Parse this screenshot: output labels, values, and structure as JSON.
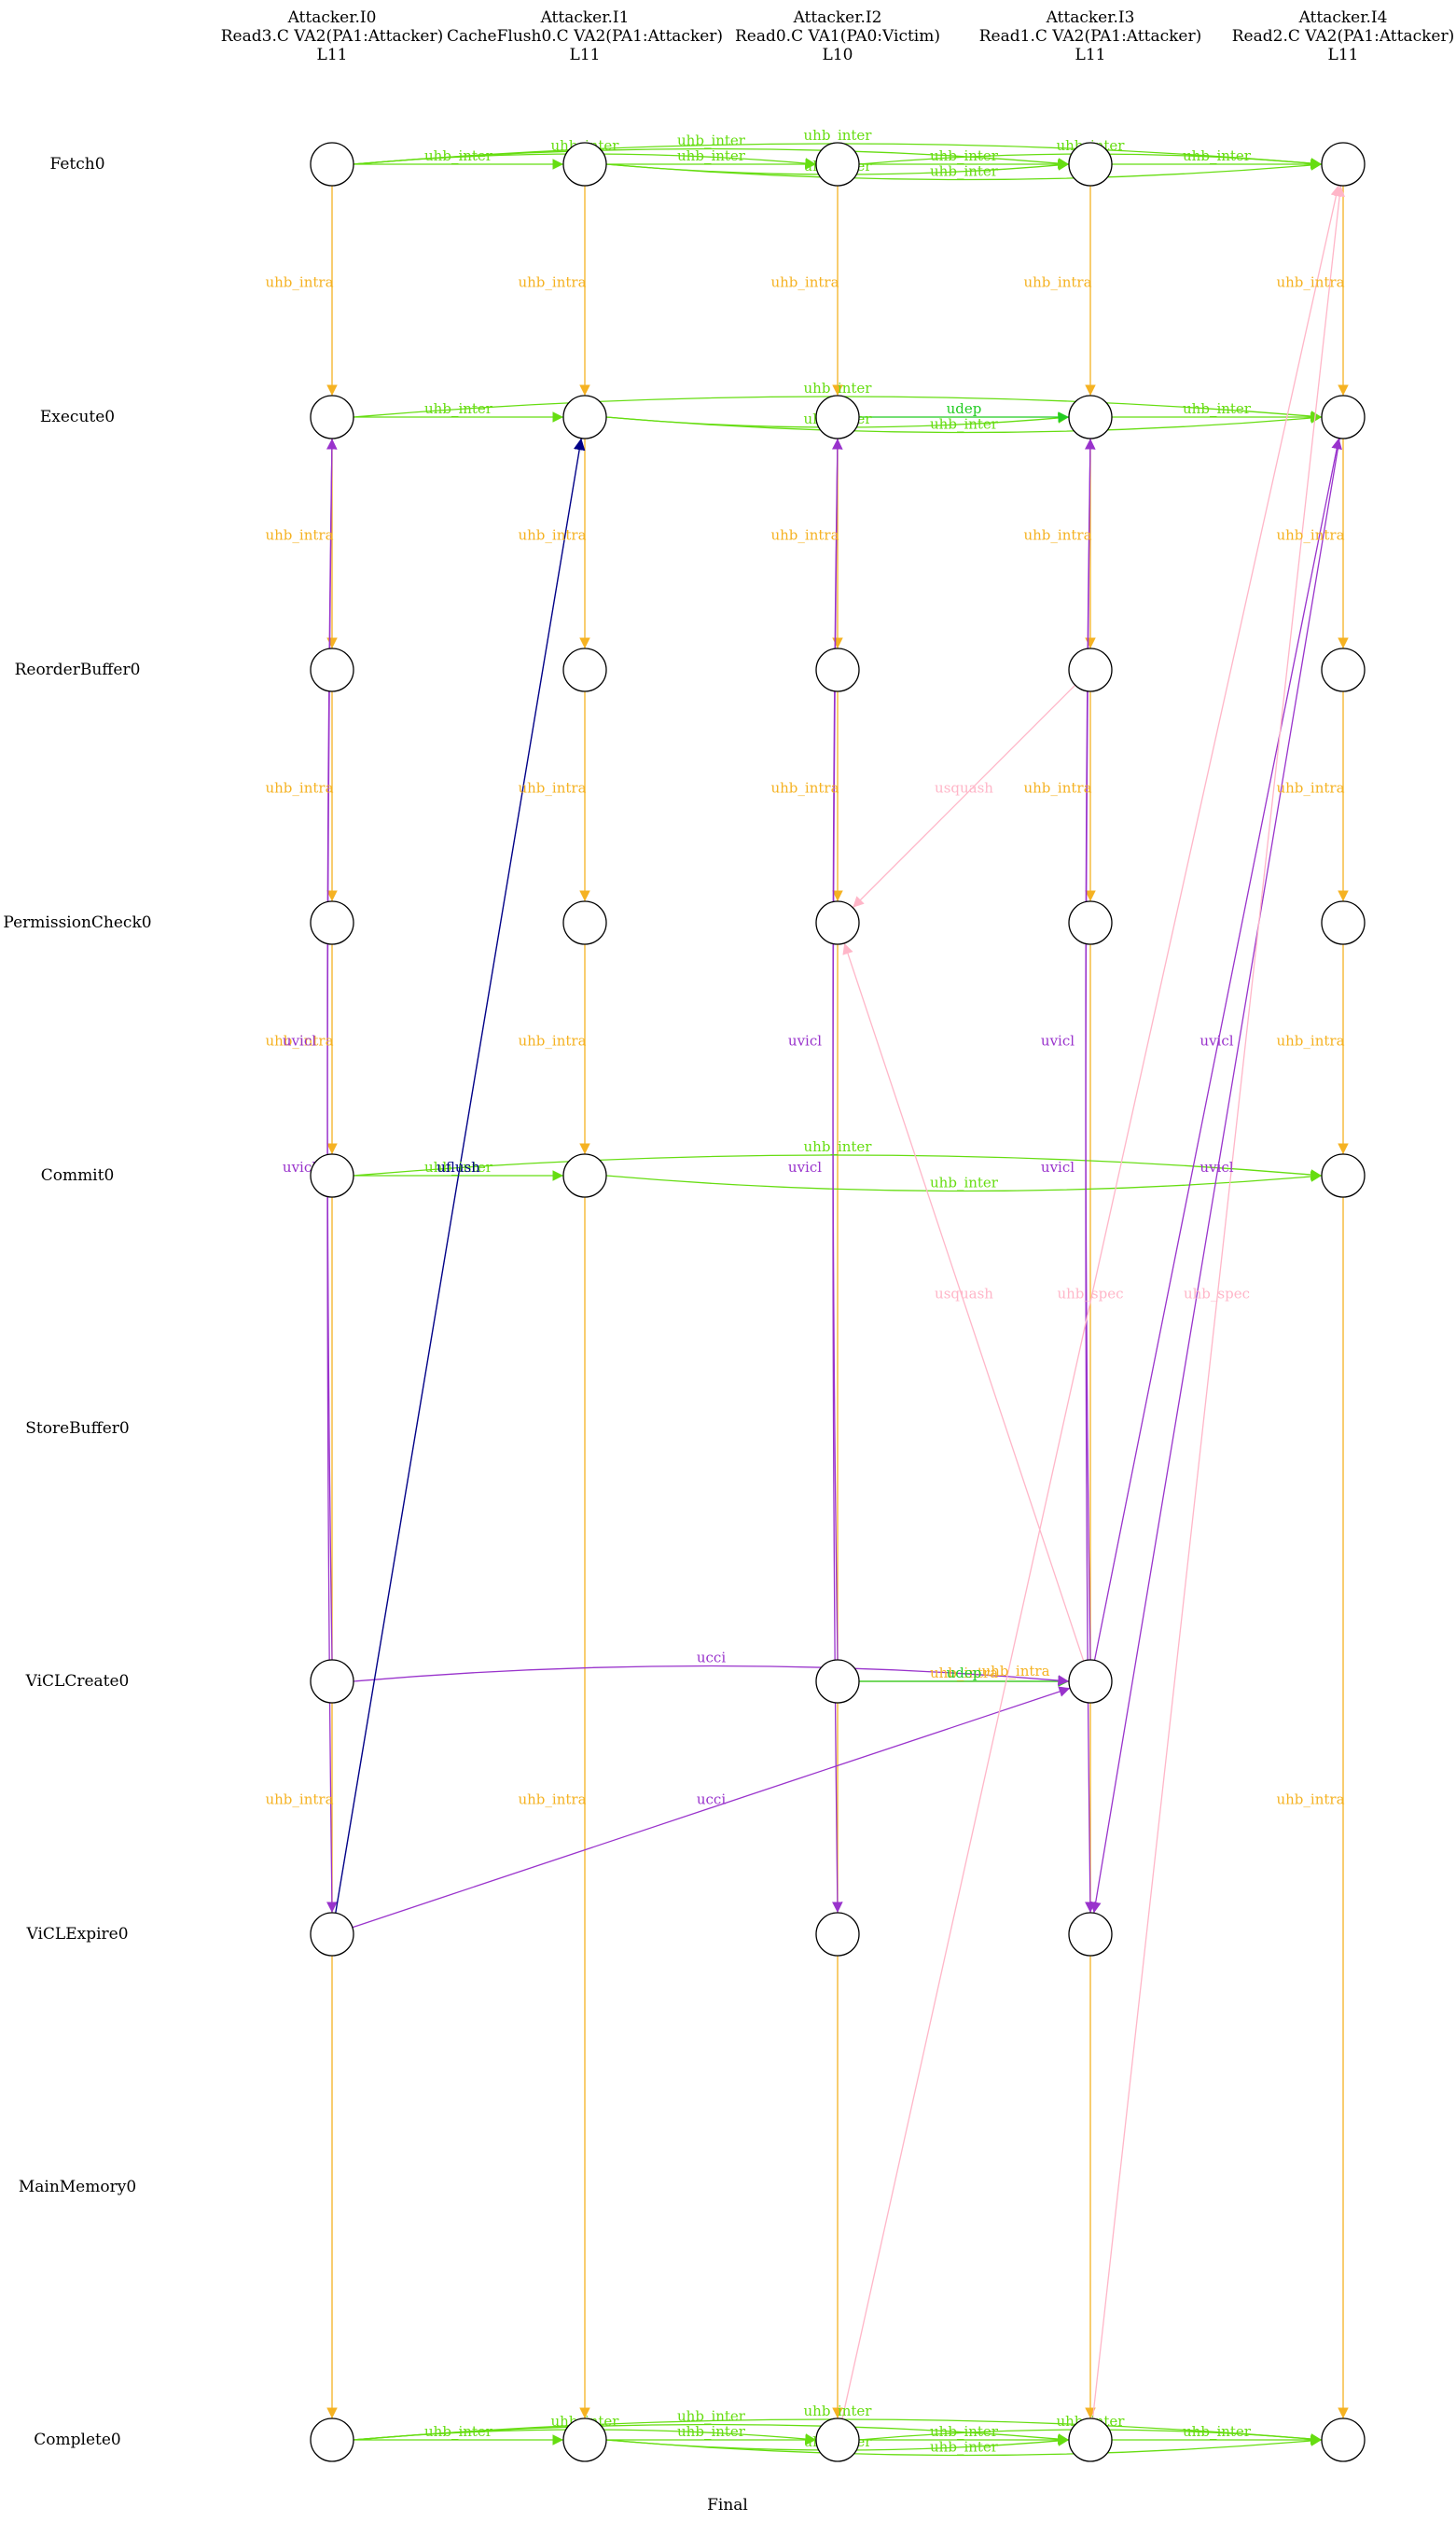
{
  "columns": [
    {
      "id": "I0",
      "name": "Attacker.I0",
      "instr": "Read3.C VA2(PA1:Attacker)",
      "line": "L11"
    },
    {
      "id": "I1",
      "name": "Attacker.I1",
      "instr": "CacheFlush0.C VA2(PA1:Attacker)",
      "line": "L11"
    },
    {
      "id": "I2",
      "name": "Attacker.I2",
      "instr": "Read0.C VA1(PA0:Victim)",
      "line": "L10"
    },
    {
      "id": "I3",
      "name": "Attacker.I3",
      "instr": "Read1.C VA2(PA1:Attacker)",
      "line": "L11"
    },
    {
      "id": "I4",
      "name": "Attacker.I4",
      "instr": "Read2.C VA2(PA1:Attacker)",
      "line": "L11"
    }
  ],
  "rows": [
    "Fetch0",
    "Execute0",
    "ReorderBuffer0",
    "PermissionCheck0",
    "Commit0",
    "StoreBuffer0",
    "ViCLCreate0",
    "ViCLExpire0",
    "MainMemory0",
    "Complete0"
  ],
  "footer": "Final",
  "nodes": [
    [
      0,
      0
    ],
    [
      1,
      0
    ],
    [
      2,
      0
    ],
    [
      3,
      0
    ],
    [
      4,
      0
    ],
    [
      0,
      1
    ],
    [
      1,
      1
    ],
    [
      2,
      1
    ],
    [
      3,
      1
    ],
    [
      4,
      1
    ],
    [
      0,
      2
    ],
    [
      1,
      2
    ],
    [
      2,
      2
    ],
    [
      3,
      2
    ],
    [
      4,
      2
    ],
    [
      0,
      3
    ],
    [
      1,
      3
    ],
    [
      2,
      3
    ],
    [
      3,
      3
    ],
    [
      4,
      3
    ],
    [
      0,
      4
    ],
    [
      1,
      4
    ],
    [
      4,
      4
    ],
    [
      0,
      6
    ],
    [
      2,
      6
    ],
    [
      3,
      6
    ],
    [
      0,
      7
    ],
    [
      2,
      7
    ],
    [
      3,
      7
    ],
    [
      0,
      9
    ],
    [
      1,
      9
    ],
    [
      2,
      9
    ],
    [
      3,
      9
    ],
    [
      4,
      9
    ]
  ],
  "colors": {
    "uhb_intra": "#f5b222",
    "uhb_inter": "#66dd11",
    "udep": "#22cc22",
    "uvicl": "#9933cc",
    "ucci": "#9933cc",
    "uflush": "#000088",
    "usquash": "#ffb6c8",
    "uhb_spec": "#ffb6c8"
  },
  "edges": [
    {
      "kind": "uhb_intra",
      "from": [
        0,
        0
      ],
      "to": [
        0,
        1
      ],
      "label": "uhb_intra"
    },
    {
      "kind": "uhb_intra",
      "from": [
        1,
        0
      ],
      "to": [
        1,
        1
      ],
      "label": "uhb_intra"
    },
    {
      "kind": "uhb_intra",
      "from": [
        2,
        0
      ],
      "to": [
        2,
        1
      ],
      "label": "uhb_intra"
    },
    {
      "kind": "uhb_intra",
      "from": [
        3,
        0
      ],
      "to": [
        3,
        1
      ],
      "label": "uhb_intra"
    },
    {
      "kind": "uhb_intra",
      "from": [
        4,
        0
      ],
      "to": [
        4,
        1
      ],
      "label": "uhb_intra"
    },
    {
      "kind": "uhb_intra",
      "from": [
        0,
        1
      ],
      "to": [
        0,
        2
      ],
      "label": "uhb_intra"
    },
    {
      "kind": "uhb_intra",
      "from": [
        1,
        1
      ],
      "to": [
        1,
        2
      ],
      "label": "uhb_intra"
    },
    {
      "kind": "uhb_intra",
      "from": [
        2,
        1
      ],
      "to": [
        2,
        2
      ],
      "label": "uhb_intra"
    },
    {
      "kind": "uhb_intra",
      "from": [
        3,
        1
      ],
      "to": [
        3,
        2
      ],
      "label": "uhb_intra"
    },
    {
      "kind": "uhb_intra",
      "from": [
        4,
        1
      ],
      "to": [
        4,
        2
      ],
      "label": "uhb_intra"
    },
    {
      "kind": "uhb_intra",
      "from": [
        0,
        2
      ],
      "to": [
        0,
        3
      ],
      "label": "uhb_intra"
    },
    {
      "kind": "uhb_intra",
      "from": [
        1,
        2
      ],
      "to": [
        1,
        3
      ],
      "label": "uhb_intra"
    },
    {
      "kind": "uhb_intra",
      "from": [
        2,
        2
      ],
      "to": [
        2,
        3
      ],
      "label": "uhb_intra"
    },
    {
      "kind": "uhb_intra",
      "from": [
        3,
        2
      ],
      "to": [
        3,
        3
      ],
      "label": "uhb_intra"
    },
    {
      "kind": "uhb_intra",
      "from": [
        4,
        2
      ],
      "to": [
        4,
        3
      ],
      "label": "uhb_intra"
    },
    {
      "kind": "uhb_intra",
      "from": [
        0,
        3
      ],
      "to": [
        0,
        4
      ],
      "label": "uhb_intra"
    },
    {
      "kind": "uhb_intra",
      "from": [
        1,
        3
      ],
      "to": [
        1,
        4
      ],
      "label": "uhb_intra"
    },
    {
      "kind": "uhb_intra",
      "from": [
        4,
        3
      ],
      "to": [
        4,
        4
      ],
      "label": "uhb_intra"
    },
    {
      "kind": "uhb_intra",
      "from": [
        0,
        4
      ],
      "to": [
        0,
        9
      ],
      "label": "uhb_intra"
    },
    {
      "kind": "uhb_intra",
      "from": [
        1,
        4
      ],
      "to": [
        1,
        9
      ],
      "label": "uhb_intra"
    },
    {
      "kind": "uhb_intra",
      "from": [
        4,
        4
      ],
      "to": [
        4,
        9
      ],
      "label": "uhb_intra"
    },
    {
      "kind": "uhb_intra",
      "from": [
        2,
        3
      ],
      "to": [
        2,
        9
      ],
      "label": ""
    },
    {
      "kind": "uhb_intra",
      "from": [
        3,
        3
      ],
      "to": [
        3,
        9
      ],
      "label": ""
    },
    {
      "kind": "uhb_intra",
      "from": [
        2,
        6
      ],
      "to": [
        3,
        6
      ],
      "label": "uhb_intra"
    },
    {
      "kind": "uhb_intra",
      "from": [
        3,
        6
      ],
      "to": [
        3,
        6
      ],
      "label": "uhb_intra"
    },
    {
      "kind": "uhb_inter",
      "from": [
        0,
        0
      ],
      "to": [
        1,
        0
      ],
      "label": "uhb_inter"
    },
    {
      "kind": "uhb_inter",
      "from": [
        0,
        0
      ],
      "to": [
        2,
        0
      ],
      "label": "uhb_inter"
    },
    {
      "kind": "uhb_inter",
      "from": [
        0,
        0
      ],
      "to": [
        3,
        0
      ],
      "label": "uhb_inter"
    },
    {
      "kind": "uhb_inter",
      "from": [
        0,
        0
      ],
      "to": [
        4,
        0
      ],
      "label": "uhb_inter"
    },
    {
      "kind": "uhb_inter",
      "from": [
        1,
        0
      ],
      "to": [
        2,
        0
      ],
      "label": "uhb_inter"
    },
    {
      "kind": "uhb_inter",
      "from": [
        1,
        0
      ],
      "to": [
        3,
        0
      ],
      "label": "uhb_inter"
    },
    {
      "kind": "uhb_inter",
      "from": [
        1,
        0
      ],
      "to": [
        4,
        0
      ],
      "label": "uhb_inter"
    },
    {
      "kind": "uhb_inter",
      "from": [
        2,
        0
      ],
      "to": [
        3,
        0
      ],
      "label": "uhb_inter"
    },
    {
      "kind": "uhb_inter",
      "from": [
        2,
        0
      ],
      "to": [
        4,
        0
      ],
      "label": "uhb_inter"
    },
    {
      "kind": "uhb_inter",
      "from": [
        3,
        0
      ],
      "to": [
        4,
        0
      ],
      "label": "uhb_inter"
    },
    {
      "kind": "uhb_inter",
      "from": [
        0,
        1
      ],
      "to": [
        1,
        1
      ],
      "label": "uhb_inter"
    },
    {
      "kind": "uhb_inter",
      "from": [
        0,
        1
      ],
      "to": [
        4,
        1
      ],
      "label": "uhb_inter"
    },
    {
      "kind": "uhb_inter",
      "from": [
        1,
        1
      ],
      "to": [
        3,
        1
      ],
      "label": "uhb_inter"
    },
    {
      "kind": "uhb_inter",
      "from": [
        1,
        1
      ],
      "to": [
        4,
        1
      ],
      "label": "uhb_inter"
    },
    {
      "kind": "uhb_inter",
      "from": [
        3,
        1
      ],
      "to": [
        4,
        1
      ],
      "label": "uhb_inter"
    },
    {
      "kind": "uhb_inter",
      "from": [
        0,
        4
      ],
      "to": [
        1,
        4
      ],
      "label": "uhb_inter"
    },
    {
      "kind": "uhb_inter",
      "from": [
        0,
        4
      ],
      "to": [
        4,
        4
      ],
      "label": "uhb_inter"
    },
    {
      "kind": "uhb_inter",
      "from": [
        1,
        4
      ],
      "to": [
        4,
        4
      ],
      "label": "uhb_inter"
    },
    {
      "kind": "uhb_inter",
      "from": [
        0,
        9
      ],
      "to": [
        1,
        9
      ],
      "label": "uhb_inter"
    },
    {
      "kind": "uhb_inter",
      "from": [
        0,
        9
      ],
      "to": [
        2,
        9
      ],
      "label": "uhb_inter"
    },
    {
      "kind": "uhb_inter",
      "from": [
        0,
        9
      ],
      "to": [
        3,
        9
      ],
      "label": "uhb_inter"
    },
    {
      "kind": "uhb_inter",
      "from": [
        0,
        9
      ],
      "to": [
        4,
        9
      ],
      "label": "uhb_inter"
    },
    {
      "kind": "uhb_inter",
      "from": [
        1,
        9
      ],
      "to": [
        2,
        9
      ],
      "label": "uhb_inter"
    },
    {
      "kind": "uhb_inter",
      "from": [
        1,
        9
      ],
      "to": [
        3,
        9
      ],
      "label": "uhb_inter"
    },
    {
      "kind": "uhb_inter",
      "from": [
        1,
        9
      ],
      "to": [
        4,
        9
      ],
      "label": "uhb_inter"
    },
    {
      "kind": "uhb_inter",
      "from": [
        2,
        9
      ],
      "to": [
        3,
        9
      ],
      "label": "uhb_inter"
    },
    {
      "kind": "uhb_inter",
      "from": [
        2,
        9
      ],
      "to": [
        4,
        9
      ],
      "label": "uhb_inter"
    },
    {
      "kind": "uhb_inter",
      "from": [
        3,
        9
      ],
      "to": [
        4,
        9
      ],
      "label": "uhb_inter"
    },
    {
      "kind": "udep",
      "from": [
        2,
        1
      ],
      "to": [
        3,
        1
      ],
      "label": "udep"
    },
    {
      "kind": "udep",
      "from": [
        2,
        6
      ],
      "to": [
        3,
        6
      ],
      "label": "udep"
    },
    {
      "kind": "uvicl",
      "from": [
        0,
        6
      ],
      "to": [
        0,
        1
      ],
      "label": "uvicl"
    },
    {
      "kind": "uvicl",
      "from": [
        0,
        1
      ],
      "to": [
        0,
        7
      ],
      "label": "uvicl"
    },
    {
      "kind": "uvicl",
      "from": [
        2,
        6
      ],
      "to": [
        2,
        1
      ],
      "label": "uvicl"
    },
    {
      "kind": "uvicl",
      "from": [
        2,
        1
      ],
      "to": [
        2,
        7
      ],
      "label": "uvicl"
    },
    {
      "kind": "uvicl",
      "from": [
        3,
        6
      ],
      "to": [
        3,
        1
      ],
      "label": "uvicl"
    },
    {
      "kind": "uvicl",
      "from": [
        3,
        1
      ],
      "to": [
        3,
        7
      ],
      "label": "uvicl"
    },
    {
      "kind": "uvicl",
      "from": [
        3,
        6
      ],
      "to": [
        4,
        1
      ],
      "label": "uvicl"
    },
    {
      "kind": "uvicl",
      "from": [
        4,
        1
      ],
      "to": [
        3,
        7
      ],
      "label": "uvicl"
    },
    {
      "kind": "ucci",
      "from": [
        0,
        6
      ],
      "to": [
        3,
        6
      ],
      "label": "ucci"
    },
    {
      "kind": "ucci",
      "from": [
        0,
        7
      ],
      "to": [
        3,
        6
      ],
      "label": "ucci"
    },
    {
      "kind": "uflush",
      "from": [
        0,
        7
      ],
      "to": [
        1,
        1
      ],
      "label": "uflush"
    },
    {
      "kind": "usquash",
      "from": [
        3,
        2
      ],
      "to": [
        2,
        3
      ],
      "label": "usquash"
    },
    {
      "kind": "usquash",
      "from": [
        3,
        6
      ],
      "to": [
        2,
        3
      ],
      "label": "usquash"
    },
    {
      "kind": "uhb_spec",
      "from": [
        2,
        9
      ],
      "to": [
        4,
        0
      ],
      "label": "uhb_spec"
    },
    {
      "kind": "uhb_spec",
      "from": [
        3,
        9
      ],
      "to": [
        4,
        0
      ],
      "label": "uhb_spec"
    }
  ]
}
